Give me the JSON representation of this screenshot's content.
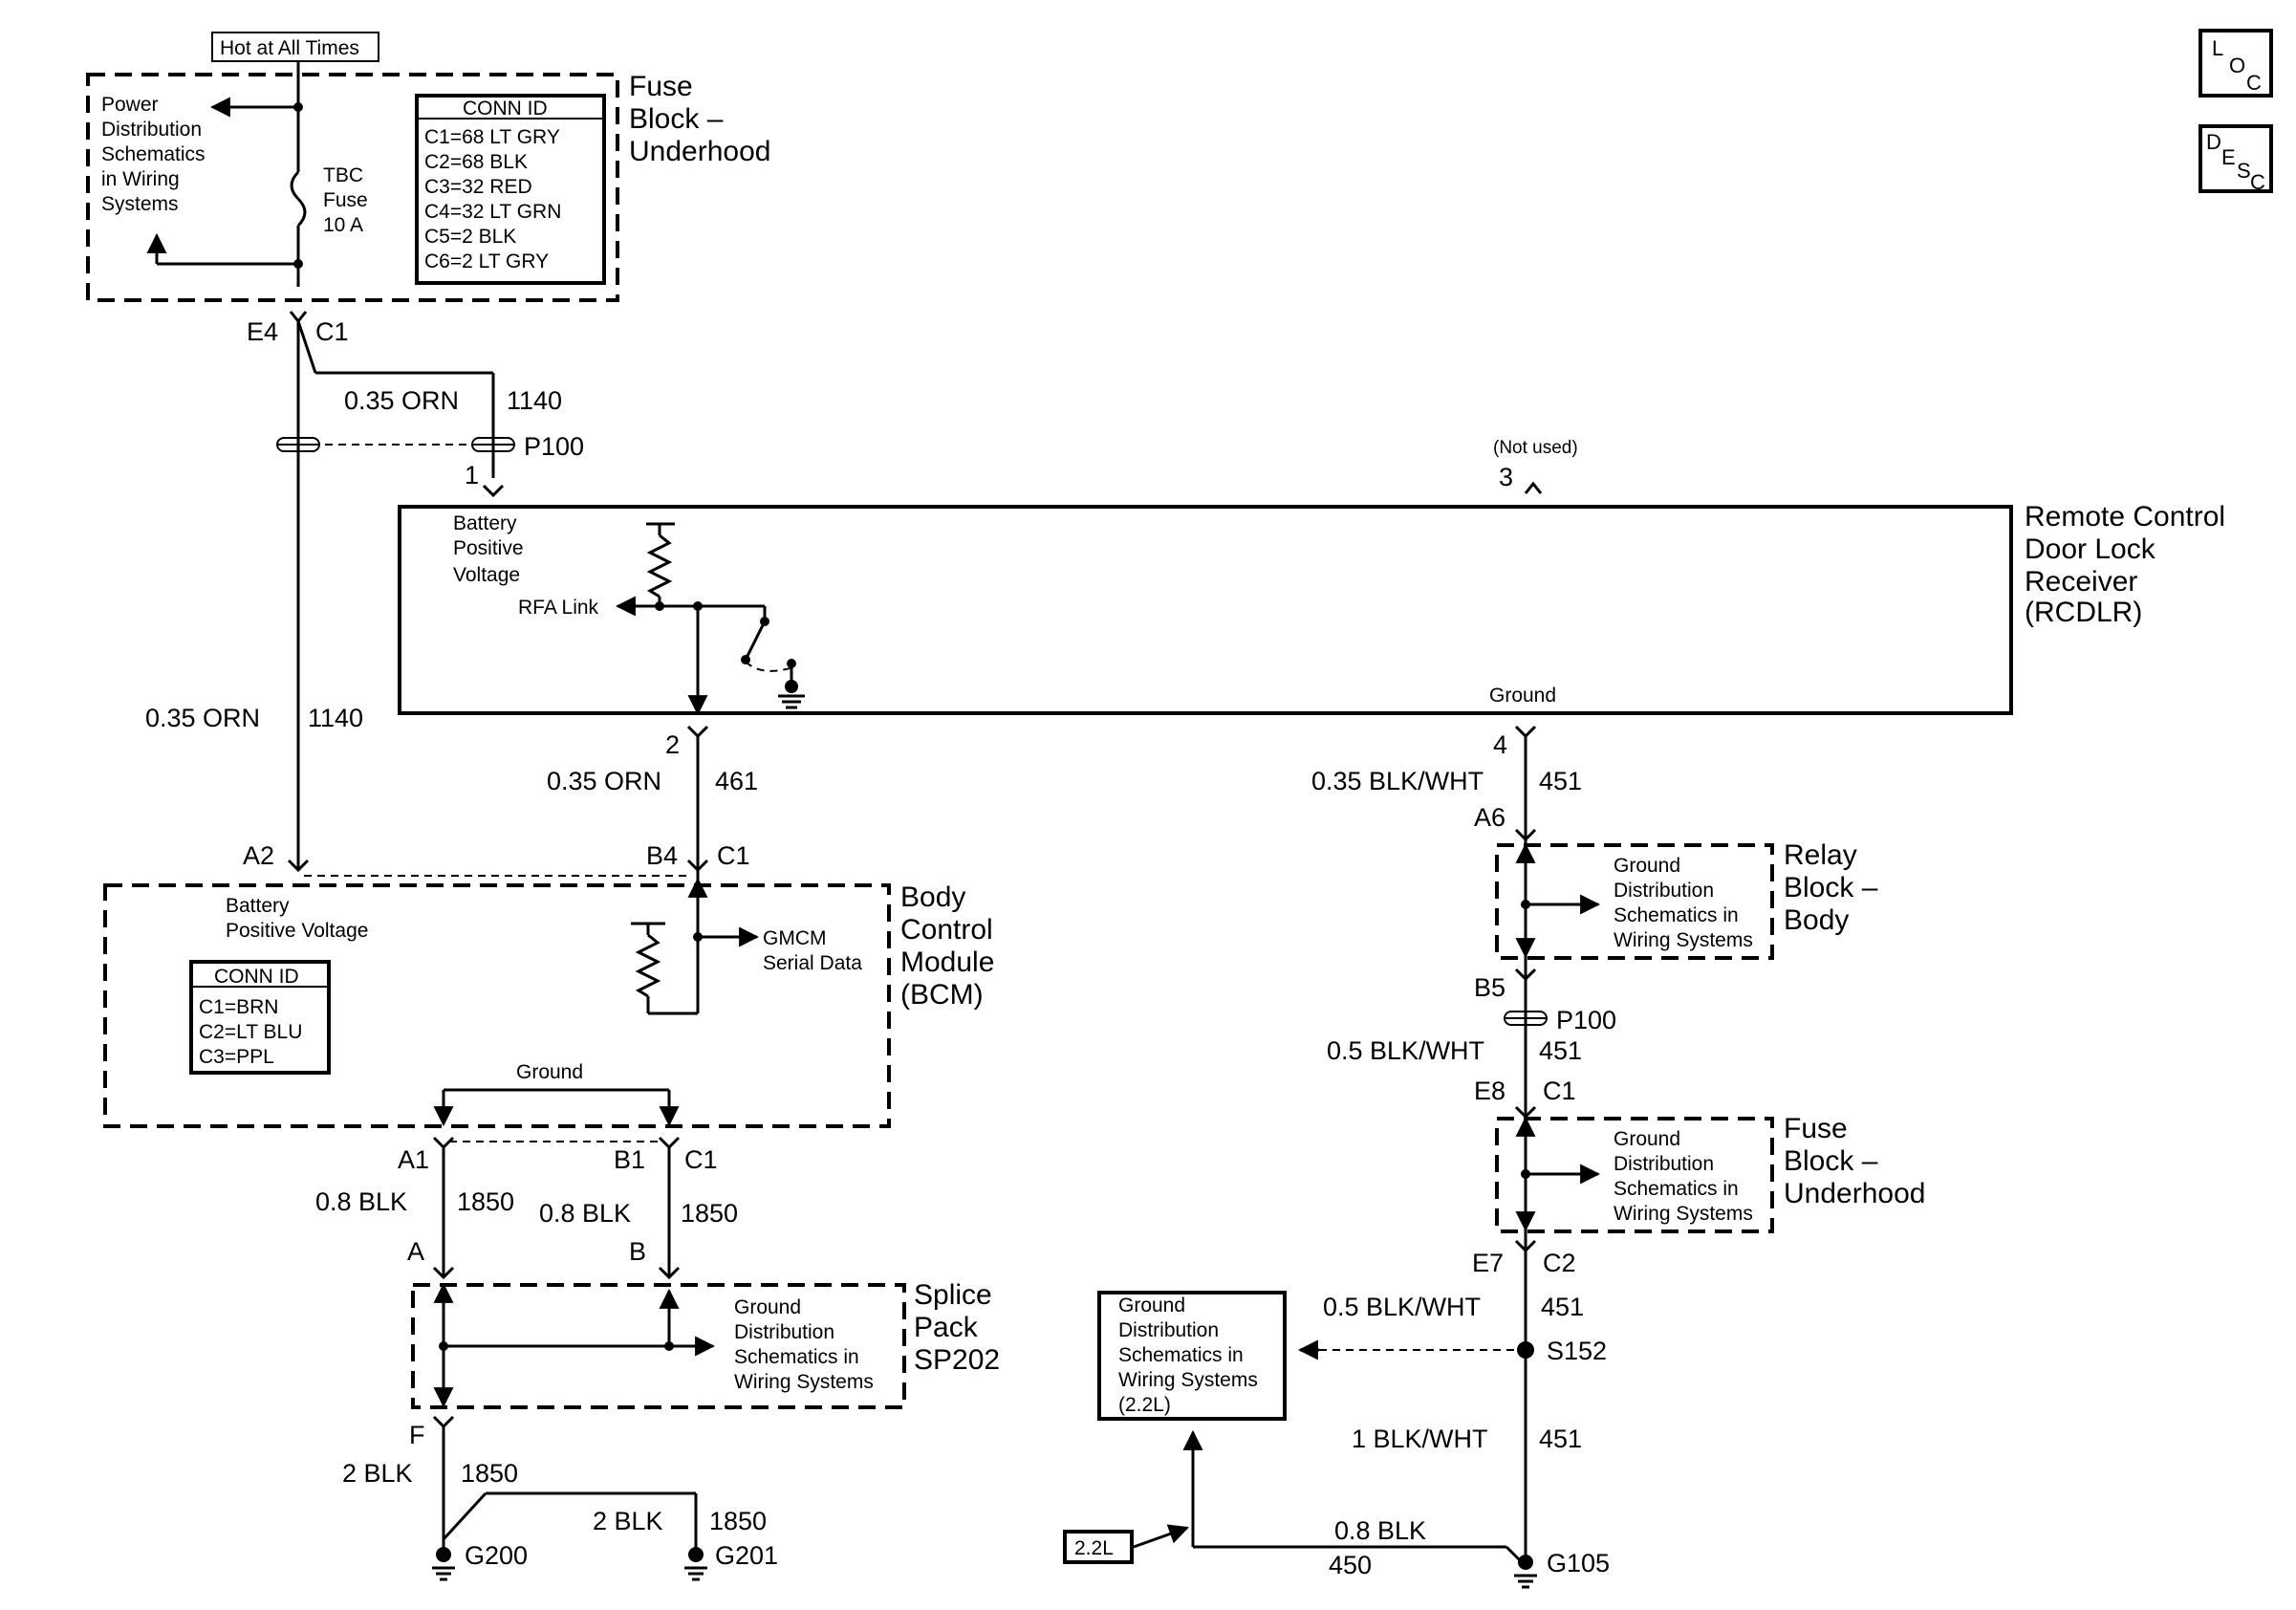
{
  "title_box": "Hot at All Times",
  "fuse_block_top": {
    "name": [
      "Fuse",
      "Block –",
      "Underhood"
    ],
    "power_note": [
      "Power",
      "Distribution",
      "Schematics",
      "in Wiring",
      "Systems"
    ],
    "fuse_label": [
      "TBC",
      "Fuse",
      "10 A"
    ],
    "conn_id_title": "CONN ID",
    "conn_ids": [
      "C1=68 LT GRY",
      "C2=68 BLK",
      "C3=32 RED",
      "C4=32 LT GRN",
      "C5=2 BLK",
      "C6=2 LT GRY"
    ],
    "pin": "E4",
    "conn": "C1"
  },
  "icons": {
    "loc": [
      "L",
      "O",
      "C"
    ],
    "desc": [
      "D",
      "E",
      "S",
      "C"
    ]
  },
  "wires_top": {
    "w1140_size": "0.35 ORN",
    "w1140_circuit": "1140",
    "p100": "P100",
    "p100_pin": "1",
    "not_used": "(Not used)",
    "pin3": "3",
    "left_size": "0.35 ORN",
    "left_circuit": "1140"
  },
  "rcdlr": {
    "name": [
      "Remote Control",
      "Door Lock",
      "Receiver",
      "(RCDLR)"
    ],
    "battery_note": [
      "Battery",
      "Positive",
      "Voltage"
    ],
    "rfa_link": "RFA Link",
    "ground": "Ground",
    "pin2": "2",
    "pin4": "4"
  },
  "wire461": {
    "size": "0.35 ORN",
    "circuit": "461"
  },
  "bcm": {
    "name": [
      "Body",
      "Control",
      "Module",
      "(BCM)"
    ],
    "battery_note": [
      "Battery",
      "Positive Voltage"
    ],
    "gmcm": [
      "GMCM",
      "Serial Data"
    ],
    "conn_id_title": "CONN ID",
    "conn_ids": [
      "C1=BRN",
      "C2=LT BLU",
      "C3=PPL"
    ],
    "ground": "Ground",
    "pin_a2": "A2",
    "pin_b4": "B4",
    "conn_c1": "C1",
    "pin_a1": "A1",
    "pin_b1": "B1",
    "conn_c1b": "C1"
  },
  "ground_left": {
    "w1_size": "0.8 BLK",
    "w1_circuit": "1850",
    "w2_size": "0.8 BLK",
    "w2_circuit": "1850",
    "pin_a": "A",
    "pin_b": "B",
    "splice_name": [
      "Splice",
      "Pack",
      "SP202"
    ],
    "splice_note": [
      "Ground",
      "Distribution",
      "Schematics in",
      "Wiring Systems"
    ],
    "pin_f": "F",
    "w3_size": "2 BLK",
    "w3_circuit": "1850",
    "w4_size": "2 BLK",
    "w4_circuit": "1850",
    "g200": "G200",
    "g201": "G201"
  },
  "ground_right": {
    "w451_size": "0.35 BLK/WHT",
    "w451_circuit": "451",
    "pin_a6": "A6",
    "relay_name": [
      "Relay",
      "Block –",
      "Body"
    ],
    "relay_note": [
      "Ground",
      "Distribution",
      "Schematics in",
      "Wiring Systems"
    ],
    "pin_b5": "B5",
    "p100": "P100",
    "w2_size": "0.5 BLK/WHT",
    "w2_circuit": "451",
    "pin_e8": "E8",
    "conn_c1": "C1",
    "fuse_name": [
      "Fuse",
      "Block –",
      "Underhood"
    ],
    "fuse_note": [
      "Ground",
      "Distribution",
      "Schematics in",
      "Wiring Systems"
    ],
    "pin_e7": "E7",
    "conn_c2": "C2",
    "w3_size": "0.5 BLK/WHT",
    "w3_circuit": "451",
    "s152": "S152",
    "gd_note": [
      "Ground",
      "Distribution",
      "Schematics in",
      "Wiring Systems",
      "(2.2L)"
    ],
    "w4_size": "1 BLK/WHT",
    "w4_circuit": "451",
    "engine_tag": "2.2L",
    "w5_size": "0.8 BLK",
    "w5_circuit": "450",
    "g105": "G105"
  }
}
